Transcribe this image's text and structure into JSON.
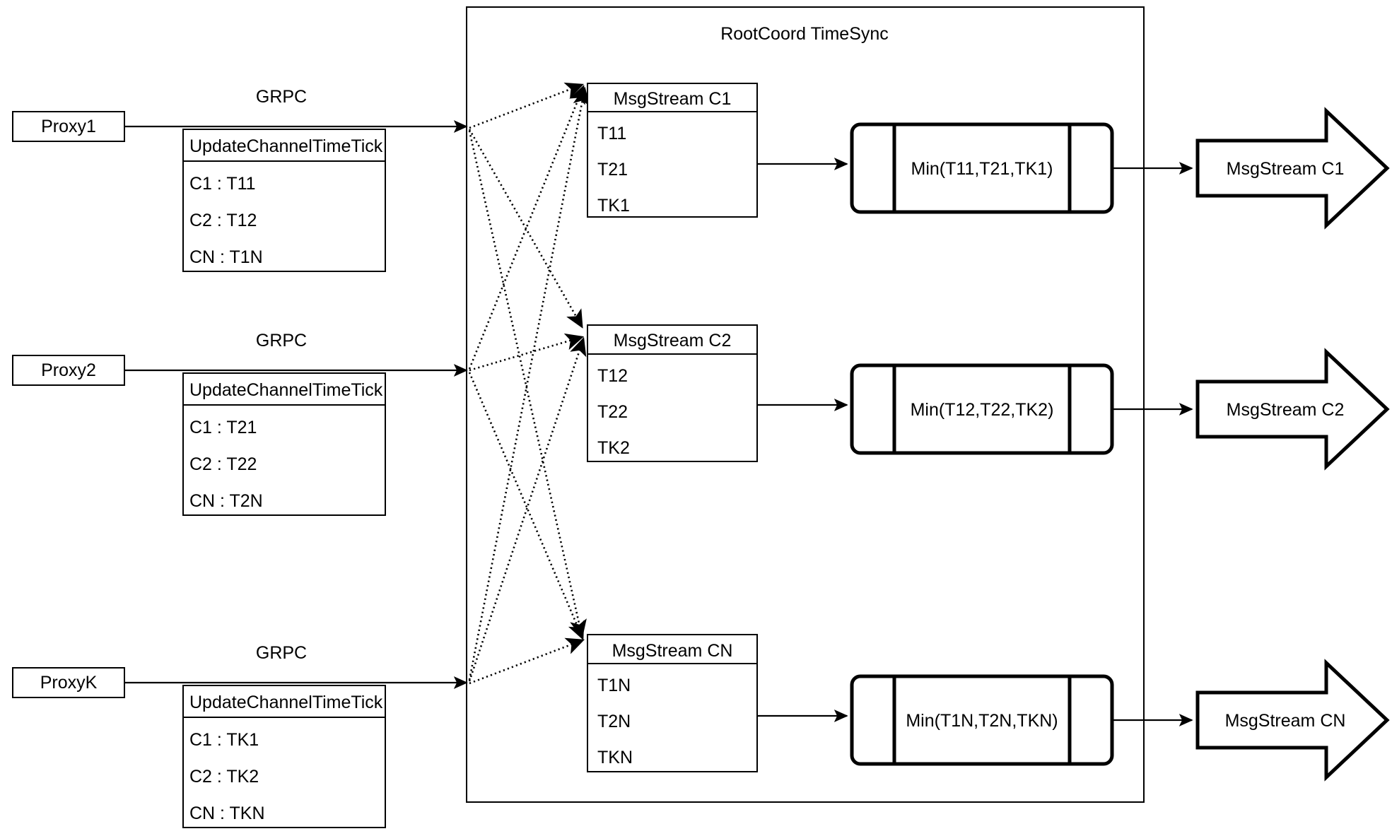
{
  "diagram": {
    "title": "RootCoord TimeSync",
    "container_label": "RootCoord TimeSync",
    "rpc_label_1": "GRPC",
    "rpc_label_2": "GRPC",
    "rpc_label_3": "GRPC",
    "proxies": [
      {
        "name": "Proxy1",
        "request_title": "UpdateChannelTimeTick",
        "rows": [
          "C1 :  T11",
          "C2 :  T12",
          "CN : T1N"
        ]
      },
      {
        "name": "Proxy2",
        "request_title": "UpdateChannelTimeTick",
        "rows": [
          "C1 :  T21",
          "C2 :  T22",
          "CN : T2N"
        ]
      },
      {
        "name": "ProxyK",
        "request_title": "UpdateChannelTimeTick",
        "rows": [
          "C1 :  TK1",
          "C2 :  TK2",
          "CN : TKN"
        ]
      }
    ],
    "channels": [
      {
        "stream_title": "MsgStream C1",
        "ticks": [
          "T11",
          "T21",
          "TK1"
        ],
        "min_label": "Min(T11,T21,TK1)",
        "output_label": "MsgStream C1"
      },
      {
        "stream_title": "MsgStream C2",
        "ticks": [
          "T12",
          "T22",
          "TK2"
        ],
        "min_label": "Min(T12,T22,TK2)",
        "output_label": "MsgStream C2"
      },
      {
        "stream_title": "MsgStream CN",
        "ticks": [
          "T1N",
          "T2N",
          "TKN"
        ],
        "min_label": "Min(T1N,T2N,TKN)",
        "output_label": "MsgStream CN"
      }
    ],
    "colors": {
      "stroke": "#000000",
      "background": "#ffffff",
      "fill": "#ffffff"
    }
  }
}
